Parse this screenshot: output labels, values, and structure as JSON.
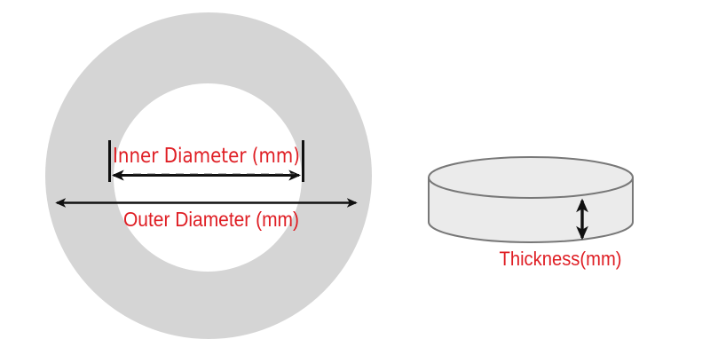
{
  "figure": {
    "ring": {
      "inner_diameter_label": "Inner Diameter (mm)",
      "outer_diameter_label": "Outer Diameter (mm)"
    },
    "disc": {
      "thickness_label": "Thickness(mm)"
    }
  },
  "icons": {
    "inner_diameter_arrow": "double-headed-horizontal-arrow",
    "outer_diameter_arrow": "double-headed-horizontal-arrow",
    "thickness_arrow": "double-headed-vertical-arrow"
  },
  "colors": {
    "label_red": "#df1e24",
    "ring_gray": "#d5d5d5",
    "hole_white": "#ffffff",
    "disc_fill": "#ebebeb",
    "disc_stroke": "#787878",
    "arrow_black": "#101010",
    "background": "#ffffff"
  }
}
